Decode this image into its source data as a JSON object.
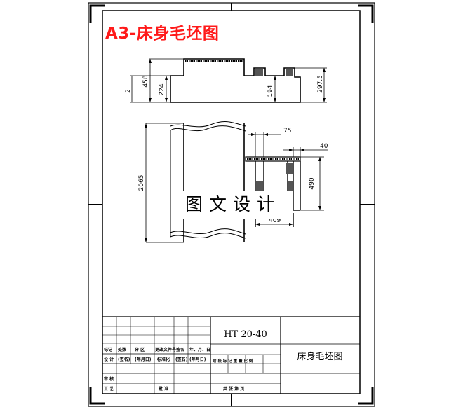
{
  "drawing": {
    "title": "A3-床身毛坯图",
    "watermark": "图文设计",
    "dimensions": {
      "top_view": [
        "2",
        "458",
        "224",
        "194",
        "297.5"
      ],
      "front_view": [
        "2065",
        "75",
        "40",
        "490",
        "409"
      ]
    }
  },
  "title_block": {
    "material": "HT 20-40",
    "drawing_name": "床身毛坯图",
    "row_labels": {
      "r1": [
        "标记",
        "处数",
        "分 区",
        "更改文件号",
        "签名",
        "年、月、日"
      ],
      "r2": [
        "设 计",
        "(签名)",
        "(年月日)",
        "标准化",
        "(签名)",
        "(年月日)"
      ],
      "r3": [
        "审 核"
      ],
      "r4": [
        "工 艺",
        "批 准"
      ]
    },
    "stage_label": "阶 段 标 记  重 量  比 例",
    "sheet_label": "共  张  第  页"
  }
}
